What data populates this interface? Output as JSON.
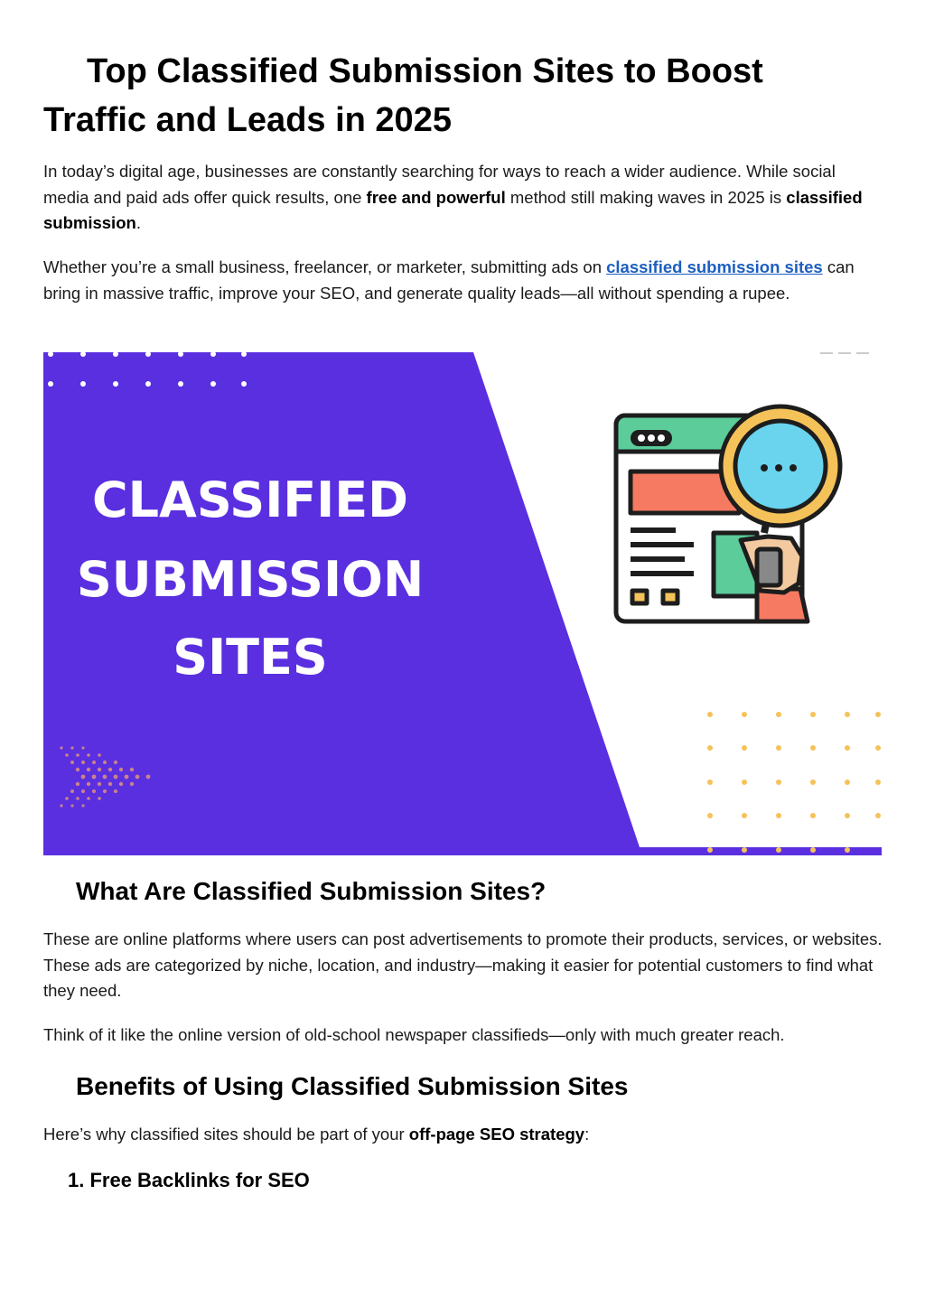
{
  "article": {
    "title_line1": "Top Classified Submission Sites to Boost",
    "title_line2": "Traffic and Leads in 2025",
    "intro_p1": {
      "a": "In today’s digital age, businesses are constantly searching for ways to reach a wider audience. While social media and paid ads offer quick results, one ",
      "b": "free and powerful",
      "c": " method still making waves in 2025 is ",
      "d": "classified submission",
      "e": "."
    },
    "intro_p2": {
      "a": "Whether you’re a small business, freelancer, or marketer, submitting ads on ",
      "link": "classified submission sites",
      "b": " can bring in massive traffic, improve your SEO, and generate quality leads—all without spending a rupee."
    },
    "hero_image": {
      "line1": "CLASSIFIED",
      "line2": "SUBMISSION",
      "line3": "SITES",
      "icon": "magnifier-over-webpage-icon",
      "colors": {
        "purple": "#5a2fe0",
        "white": "#ffffff",
        "yellow": "#f5c25a",
        "blue": "#6ad3ee",
        "green": "#5ccc9a",
        "coral": "#f67a62"
      }
    },
    "section1": {
      "heading": "What Are Classified Submission Sites?",
      "p1": "These are online platforms where users can post advertisements to promote their products, services, or websites. These ads are categorized by niche, location, and industry—making it easier for potential customers to find what they need.",
      "p2": "Think of it like the online version of old-school newspaper classifieds—only with much greater reach."
    },
    "section2": {
      "heading": "Benefits of Using Classified Submission Sites",
      "intro": {
        "a": "Here’s why classified sites should be part of your ",
        "b": "off-page SEO strategy",
        "c": ":"
      },
      "item1": "1. Free Backlinks for SEO"
    }
  }
}
